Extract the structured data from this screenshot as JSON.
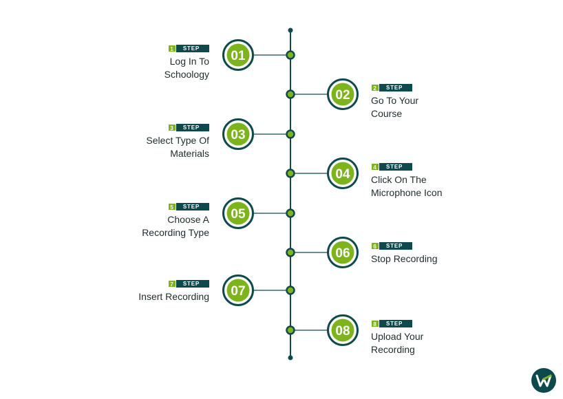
{
  "steps": [
    {
      "number": "01",
      "tag_num": "1",
      "tag_label": "STEP",
      "title_lines": [
        "Log In To",
        "Schoology"
      ],
      "side": "left"
    },
    {
      "number": "02",
      "tag_num": "2",
      "tag_label": "STEP",
      "title_lines": [
        "Go To Your",
        "Course"
      ],
      "side": "right"
    },
    {
      "number": "03",
      "tag_num": "3",
      "tag_label": "STEP",
      "title_lines": [
        "Select Type Of",
        "Materials"
      ],
      "side": "left"
    },
    {
      "number": "04",
      "tag_num": "4",
      "tag_label": "STEP",
      "title_lines": [
        "Click On The",
        "Microphone Icon"
      ],
      "side": "right"
    },
    {
      "number": "05",
      "tag_num": "5",
      "tag_label": "STEP",
      "title_lines": [
        "Choose A",
        "Recording Type"
      ],
      "side": "left"
    },
    {
      "number": "06",
      "tag_num": "6",
      "tag_label": "STEP",
      "title_lines": [
        "Stop Recording"
      ],
      "side": "right"
    },
    {
      "number": "07",
      "tag_num": "7",
      "tag_label": "STEP",
      "title_lines": [
        "Insert Recording"
      ],
      "side": "left"
    },
    {
      "number": "08",
      "tag_num": "8",
      "tag_label": "STEP",
      "title_lines": [
        "Upload Your",
        "Recording"
      ],
      "side": "right"
    }
  ],
  "colors": {
    "badge_green": "#7cb518",
    "dark_teal": "#0c4a4e",
    "text": "#1f2b2d"
  },
  "logo_icon": "w-logo-icon"
}
